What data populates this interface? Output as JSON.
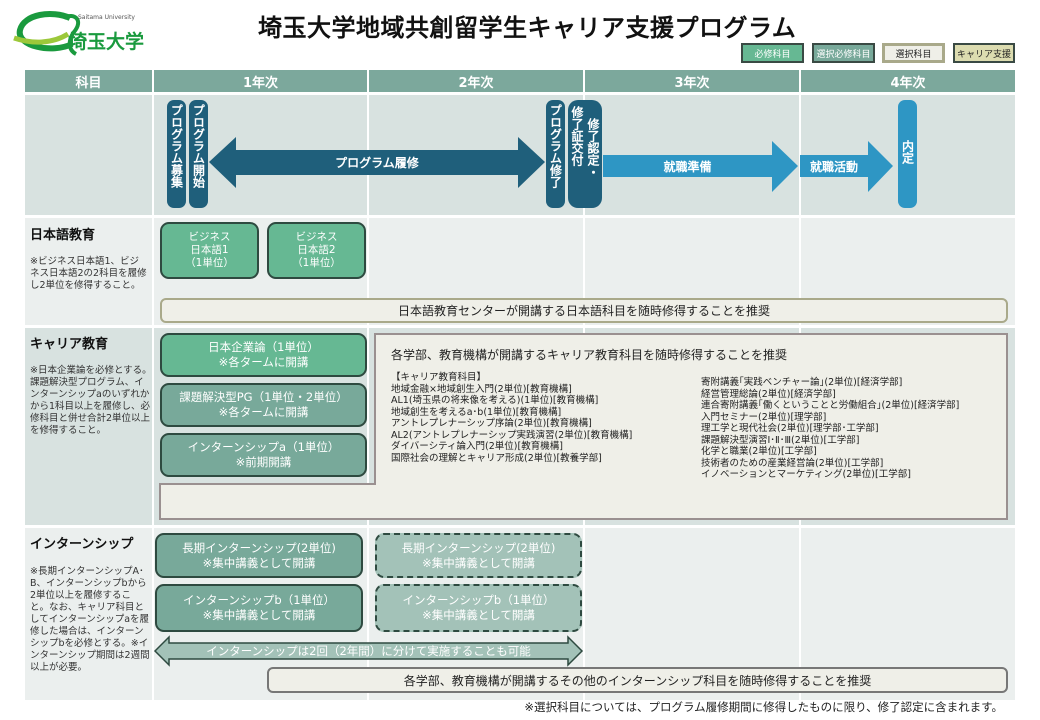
{
  "logo": {
    "sub": "Saitama University",
    "main": "埼玉大学"
  },
  "title": "埼玉大学地域共創留学生キャリア支援プログラム",
  "legend": [
    {
      "label": "必修科目",
      "color": "#66b893"
    },
    {
      "label": "選択必修科目",
      "color": "#78a99a"
    },
    {
      "label": "選択科目",
      "color": "#efefe8"
    },
    {
      "label": "キャリア支援",
      "color": "#dcdcb0"
    }
  ],
  "header": {
    "subject": "科目",
    "years": [
      "1年次",
      "2年次",
      "3年次",
      "4年次"
    ]
  },
  "flow": {
    "recruit": "プログラム募集",
    "start": "プログラム開始",
    "course": "プログラム履修",
    "complete": "プログラム修了",
    "certify_1": "修了認定・",
    "certify_2": "修了証交付",
    "job_prep": "就職準備",
    "job_hunt": "就職活動",
    "offer": "内定",
    "colors": {
      "dark": "#1f5f7b",
      "light": "#2e96c4"
    }
  },
  "japanese": {
    "title": "日本語教育",
    "note": "※ビジネス日本語1、ビジネス日本語2の2科目を履修し2単位を修得すること。",
    "courses": [
      {
        "line1": "ビジネス",
        "line2": "日本語1",
        "line3": "（1単位）"
      },
      {
        "line1": "ビジネス",
        "line2": "日本語2",
        "line3": "（1単位）"
      }
    ],
    "recommend": "日本語教育センターが開講する日本語科目を随時修得することを推奨"
  },
  "career": {
    "title": "キャリア教育",
    "note": "※日本企業論を必修とする。課題解決型プログラム、インターンシップaのいずれかから1科目以上を履修し、必修科目と併せ合計2単位以上を修得すること。",
    "courses": [
      {
        "line1": "日本企業論（1単位）",
        "line2": "※各タームに開講"
      },
      {
        "line1": "課題解決型PG（1単位・2単位）",
        "line2": "※各タームに開講"
      },
      {
        "line1": "インターンシップa（1単位）",
        "line2": "※前期開講"
      }
    ],
    "recommend": "各学部、教育機構が開講するキャリア教育科目を随時修得することを推奨",
    "list_left": [
      "【キャリア教育科目】",
      "地域金融×地域創生入門(2単位)[教育機構]",
      "AL1(埼玉県の将来像を考える)(1単位)[教育機構]",
      "地域創生を考えるa･b(1単位)[教育機構]",
      "アントレプレナーシップ序論(2単位)[教育機構]",
      "AL2(アントレプレナーシップ実践演習(2単位)[教育機構]",
      "ダイバーシティ論入門(2単位)[教育機構]",
      "国際社会の理解とキャリア形成(2単位)[教養学部]"
    ],
    "list_right": [
      "寄附講義｢実践ベンチャー論｣(2単位)[経済学部]",
      "経営管理総論(2単位)[経済学部]",
      "連合寄附講義｢働くということと労働組合｣(2単位)[経済学部]",
      "入門セミナー(2単位)[理学部]",
      "理工学と現代社会(2単位)[理学部･工学部]",
      "課題解決型演習Ⅰ･Ⅱ･Ⅲ(2単位)[工学部]",
      "化学と職業(2単位)[工学部]",
      "技術者のための産業経営論(2単位)[工学部]",
      "イノベーションとマーケティング(2単位)[工学部]"
    ]
  },
  "internship": {
    "title": "インターンシップ",
    "note": "※長期インターンシップA･B、インターンシップbから2単位以上を履修すること。なお、キャリア科目としてインターンシップaを履修した場合は、インターンシップbを必修とする。※インターンシップ期間は2週間以上が必要。",
    "courses": [
      {
        "line1": "長期インターンシップ(2単位)",
        "line2": "※集中講義として開講"
      },
      {
        "line1": "インターンシップb（1単位）",
        "line2": "※集中講義として開講"
      }
    ],
    "split": "インターンシップは2回（2年間）に分けて実施することも可能",
    "recommend": "各学部、教育機構が開講するその他のインターンシップ科目を随時修得することを推奨"
  },
  "footnote": "※選択科目については、プログラム履修期間に修得したものに限り、修了認定に含まれます。"
}
